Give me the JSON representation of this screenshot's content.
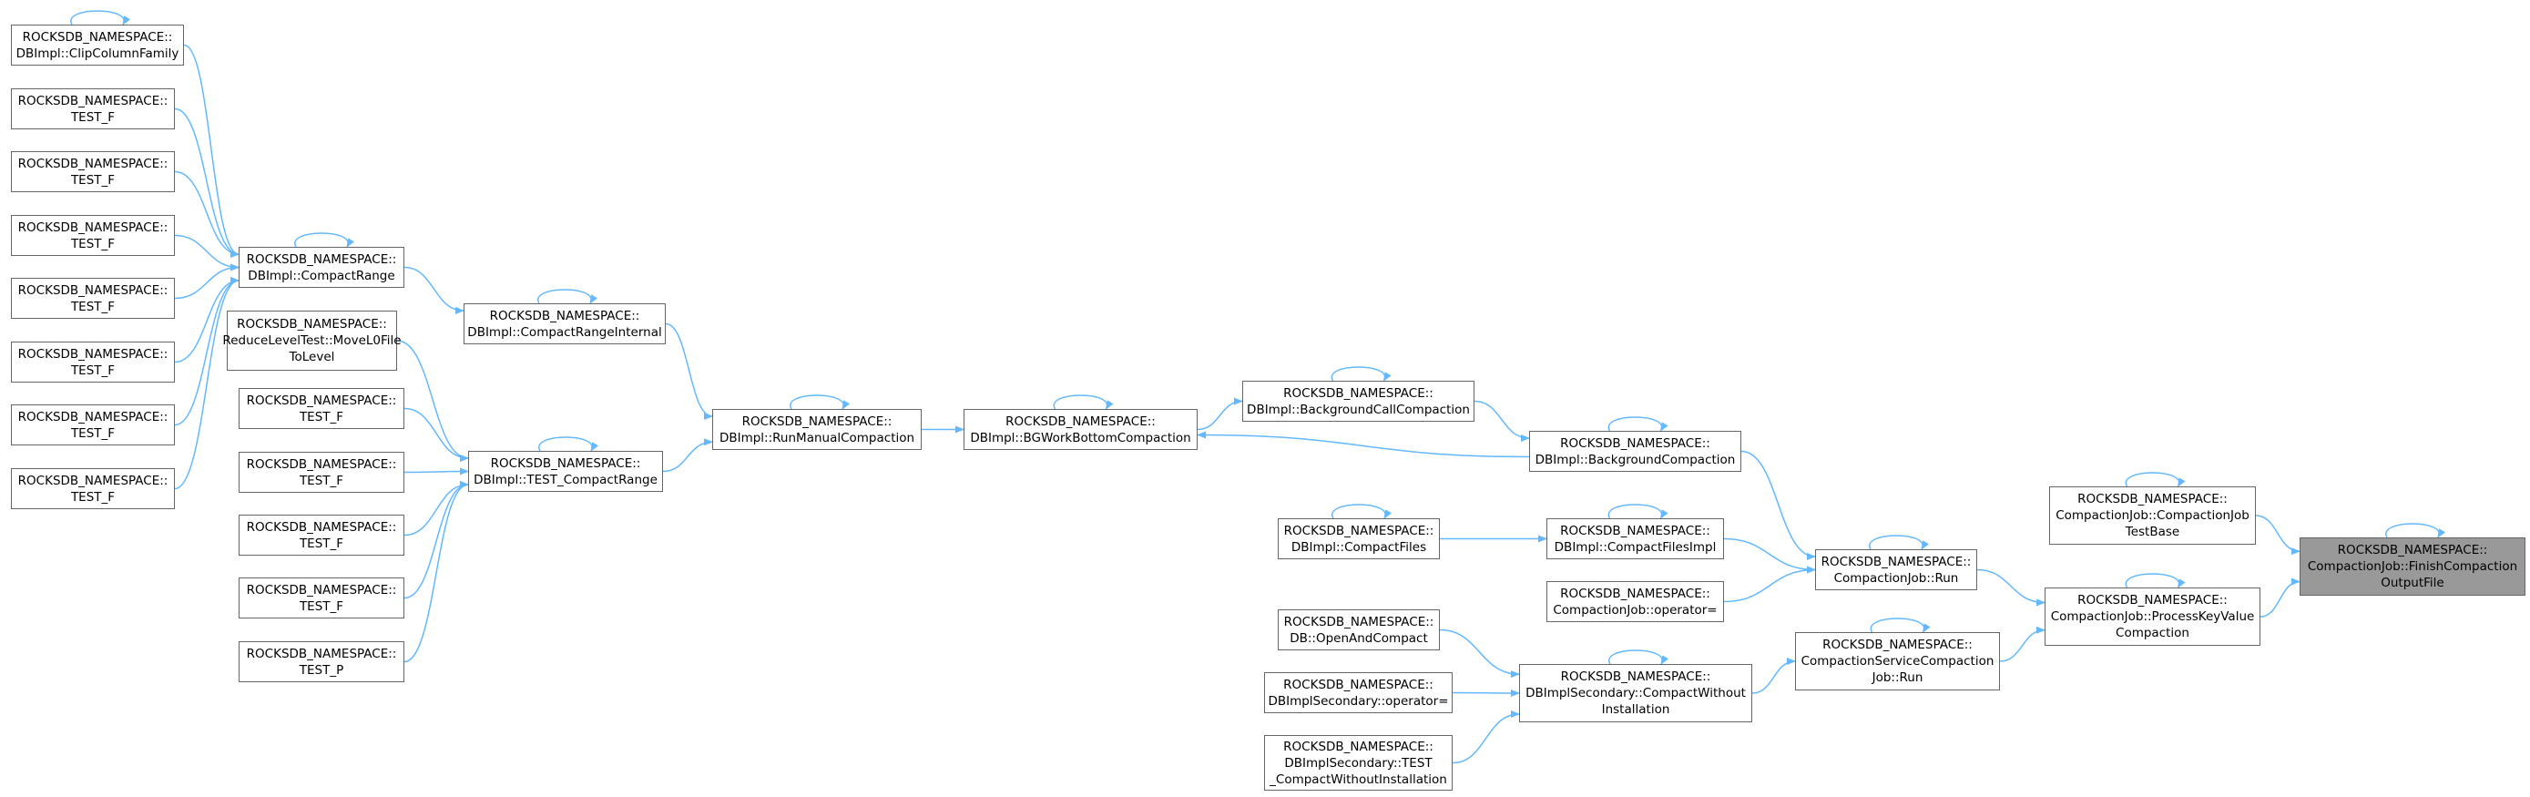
{
  "colors": {
    "edge": "#63b8ff",
    "node_border": "#666666",
    "focus_fill": "#999999"
  },
  "nodes": [
    {
      "id": "clip",
      "lines": [
        "ROCKSDB_NAMESPACE::",
        "DBImpl::ClipColumnFamily"
      ]
    },
    {
      "id": "tf1",
      "lines": [
        "ROCKSDB_NAMESPACE::",
        "TEST_F"
      ]
    },
    {
      "id": "tf2",
      "lines": [
        "ROCKSDB_NAMESPACE::",
        "TEST_F"
      ]
    },
    {
      "id": "tf3",
      "lines": [
        "ROCKSDB_NAMESPACE::",
        "TEST_F"
      ]
    },
    {
      "id": "tf4",
      "lines": [
        "ROCKSDB_NAMESPACE::",
        "TEST_F"
      ]
    },
    {
      "id": "tf5",
      "lines": [
        "ROCKSDB_NAMESPACE::",
        "TEST_F"
      ]
    },
    {
      "id": "tf6",
      "lines": [
        "ROCKSDB_NAMESPACE::",
        "TEST_F"
      ]
    },
    {
      "id": "tf7",
      "lines": [
        "ROCKSDB_NAMESPACE::",
        "TEST_F"
      ]
    },
    {
      "id": "compactrange",
      "lines": [
        "ROCKSDB_NAMESPACE::",
        "DBImpl::CompactRange"
      ]
    },
    {
      "id": "movel0",
      "lines": [
        "ROCKSDB_NAMESPACE::",
        "ReduceLevelTest::MoveL0File",
        "ToLevel"
      ]
    },
    {
      "id": "tf8",
      "lines": [
        "ROCKSDB_NAMESPACE::",
        "TEST_F"
      ]
    },
    {
      "id": "tf9",
      "lines": [
        "ROCKSDB_NAMESPACE::",
        "TEST_F"
      ]
    },
    {
      "id": "tf10",
      "lines": [
        "ROCKSDB_NAMESPACE::",
        "TEST_F"
      ]
    },
    {
      "id": "tf11",
      "lines": [
        "ROCKSDB_NAMESPACE::",
        "TEST_F"
      ]
    },
    {
      "id": "tp",
      "lines": [
        "ROCKSDB_NAMESPACE::",
        "TEST_P"
      ]
    },
    {
      "id": "cri",
      "lines": [
        "ROCKSDB_NAMESPACE::",
        "DBImpl::CompactRangeInternal"
      ]
    },
    {
      "id": "testcr",
      "lines": [
        "ROCKSDB_NAMESPACE::",
        "DBImpl::TEST_CompactRange"
      ]
    },
    {
      "id": "rmc",
      "lines": [
        "ROCKSDB_NAMESPACE::",
        "DBImpl::RunManualCompaction"
      ]
    },
    {
      "id": "bgwb",
      "lines": [
        "ROCKSDB_NAMESPACE::",
        "DBImpl::BGWorkBottomCompaction"
      ]
    },
    {
      "id": "bgcc",
      "lines": [
        "ROCKSDB_NAMESPACE::",
        "DBImpl::BackgroundCallCompaction"
      ]
    },
    {
      "id": "bgc",
      "lines": [
        "ROCKSDB_NAMESPACE::",
        "DBImpl::BackgroundCompaction"
      ]
    },
    {
      "id": "cfiles",
      "lines": [
        "ROCKSDB_NAMESPACE::",
        "DBImpl::CompactFiles"
      ]
    },
    {
      "id": "cfimpl",
      "lines": [
        "ROCKSDB_NAMESPACE::",
        "DBImpl::CompactFilesImpl"
      ]
    },
    {
      "id": "cjop",
      "lines": [
        "ROCKSDB_NAMESPACE::",
        "CompactionJob::operator="
      ]
    },
    {
      "id": "cjrun",
      "lines": [
        "ROCKSDB_NAMESPACE::",
        "CompactionJob::Run"
      ]
    },
    {
      "id": "openc",
      "lines": [
        "ROCKSDB_NAMESPACE::",
        "DB::OpenAndCompact"
      ]
    },
    {
      "id": "dbsop",
      "lines": [
        "ROCKSDB_NAMESPACE::",
        "DBImplSecondary::operator="
      ]
    },
    {
      "id": "dbstest",
      "lines": [
        "ROCKSDB_NAMESPACE::",
        "DBImplSecondary::TEST",
        "_CompactWithoutInstallation"
      ]
    },
    {
      "id": "cwi",
      "lines": [
        "ROCKSDB_NAMESPACE::",
        "DBImplSecondary::CompactWithout",
        "Installation"
      ]
    },
    {
      "id": "cscj",
      "lines": [
        "ROCKSDB_NAMESPACE::",
        "CompactionServiceCompaction",
        "Job::Run"
      ]
    },
    {
      "id": "cjtb",
      "lines": [
        "ROCKSDB_NAMESPACE::",
        "CompactionJob::CompactionJob",
        "TestBase"
      ]
    },
    {
      "id": "pkvc",
      "lines": [
        "ROCKSDB_NAMESPACE::",
        "CompactionJob::ProcessKeyValue",
        "Compaction"
      ]
    },
    {
      "id": "fcof",
      "lines": [
        "ROCKSDB_NAMESPACE::",
        "CompactionJob::FinishCompaction",
        "OutputFile"
      ]
    }
  ],
  "edges": [
    [
      "clip",
      "compactrange"
    ],
    [
      "tf1",
      "compactrange"
    ],
    [
      "tf2",
      "compactrange"
    ],
    [
      "tf3",
      "compactrange"
    ],
    [
      "tf4",
      "compactrange"
    ],
    [
      "tf5",
      "compactrange"
    ],
    [
      "tf6",
      "compactrange"
    ],
    [
      "tf7",
      "compactrange"
    ],
    [
      "compactrange",
      "cri"
    ],
    [
      "movel0",
      "testcr"
    ],
    [
      "tf8",
      "testcr"
    ],
    [
      "tf9",
      "testcr"
    ],
    [
      "tf10",
      "testcr"
    ],
    [
      "tf11",
      "testcr"
    ],
    [
      "tp",
      "testcr"
    ],
    [
      "cri",
      "rmc"
    ],
    [
      "testcr",
      "rmc"
    ],
    [
      "rmc",
      "bgwb"
    ],
    [
      "bgwb",
      "bgcc"
    ],
    [
      "bgcc",
      "bgc"
    ],
    [
      "bgc",
      "bgwb"
    ],
    [
      "bgc",
      "cjrun"
    ],
    [
      "cfiles",
      "cfimpl"
    ],
    [
      "cfimpl",
      "cjrun"
    ],
    [
      "cjop",
      "cjrun"
    ],
    [
      "cjrun",
      "pkvc"
    ],
    [
      "openc",
      "cwi"
    ],
    [
      "dbsop",
      "cwi"
    ],
    [
      "dbstest",
      "cwi"
    ],
    [
      "cwi",
      "cscj"
    ],
    [
      "cscj",
      "pkvc"
    ],
    [
      "cjtb",
      "fcof"
    ],
    [
      "pkvc",
      "fcof"
    ]
  ],
  "self_loops": [
    "clip",
    "compactrange",
    "cri",
    "testcr",
    "rmc",
    "bgwb",
    "bgcc",
    "bgc",
    "cfiles",
    "cfimpl",
    "cjrun",
    "cwi",
    "cscj",
    "cjtb",
    "pkvc",
    "fcof"
  ]
}
